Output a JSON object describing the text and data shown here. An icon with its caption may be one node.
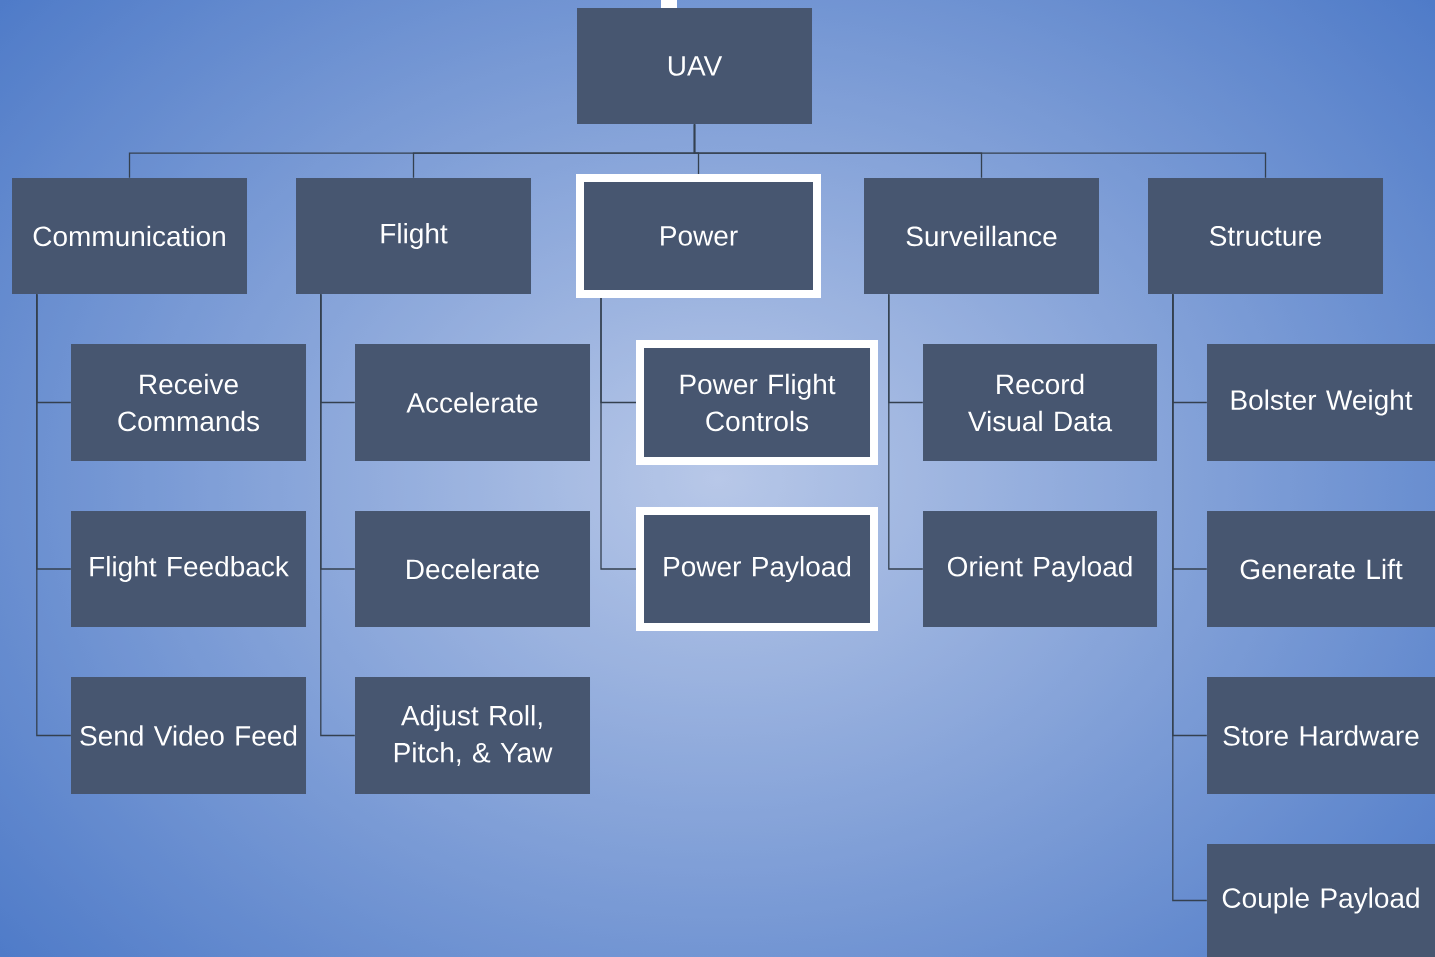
{
  "diagram": {
    "nodes": [
      {
        "text": [
          "UAV"
        ]
      },
      {
        "text": [
          "Communication"
        ]
      },
      {
        "text": [
          "Flight"
        ]
      },
      {
        "text": [
          "Power"
        ]
      },
      {
        "text": [
          "Surveillance"
        ]
      },
      {
        "text": [
          "Structure"
        ]
      },
      {
        "text": [
          "Receive Commands"
        ]
      },
      {
        "text": [
          "Flight Feedback"
        ]
      },
      {
        "text": [
          "Send Video Feed"
        ]
      },
      {
        "text": [
          "Accelerate"
        ]
      },
      {
        "text": [
          "Decelerate"
        ]
      },
      {
        "text": [
          "Adjust Roll, Pitch, & Yaw"
        ]
      },
      {
        "text": [
          "Power Flight Controls"
        ]
      },
      {
        "text": [
          "Power Payload"
        ]
      },
      {
        "text": [
          "Record Visual Data"
        ]
      },
      {
        "text": [
          "Orient Payload"
        ]
      },
      {
        "text": [
          "Bolster Weight"
        ]
      },
      {
        "text": [
          "Generate Lift"
        ]
      },
      {
        "text": [
          "Store Hardware"
        ]
      },
      {
        "text": [
          "Couple Payload"
        ]
      }
    ],
    "edges": [
      {
        "from": 0,
        "to": 1,
        "arrow": "none"
      },
      {
        "from": 0,
        "to": 2,
        "arrow": "none"
      },
      {
        "from": 0,
        "to": 3,
        "arrow": "none"
      },
      {
        "from": 0,
        "to": 4,
        "arrow": "none"
      },
      {
        "from": 0,
        "to": 5,
        "arrow": "none"
      },
      {
        "from": 1,
        "to": 6,
        "arrow": "none"
      },
      {
        "from": 1,
        "to": 7,
        "arrow": "none"
      },
      {
        "from": 1,
        "to": 8,
        "arrow": "none"
      },
      {
        "from": 2,
        "to": 9,
        "arrow": "none"
      },
      {
        "from": 2,
        "to": 10,
        "arrow": "none"
      },
      {
        "from": 2,
        "to": 11,
        "arrow": "none"
      },
      {
        "from": 3,
        "to": 12,
        "arrow": "none"
      },
      {
        "from": 3,
        "to": 13,
        "arrow": "none"
      },
      {
        "from": 4,
        "to": 14,
        "arrow": "none"
      },
      {
        "from": 4,
        "to": 15,
        "arrow": "none"
      },
      {
        "from": 5,
        "to": 16,
        "arrow": "none"
      },
      {
        "from": 5,
        "to": 17,
        "arrow": "none"
      },
      {
        "from": 5,
        "to": 18,
        "arrow": "none"
      },
      {
        "from": 5,
        "to": 19,
        "arrow": "none"
      }
    ]
  }
}
